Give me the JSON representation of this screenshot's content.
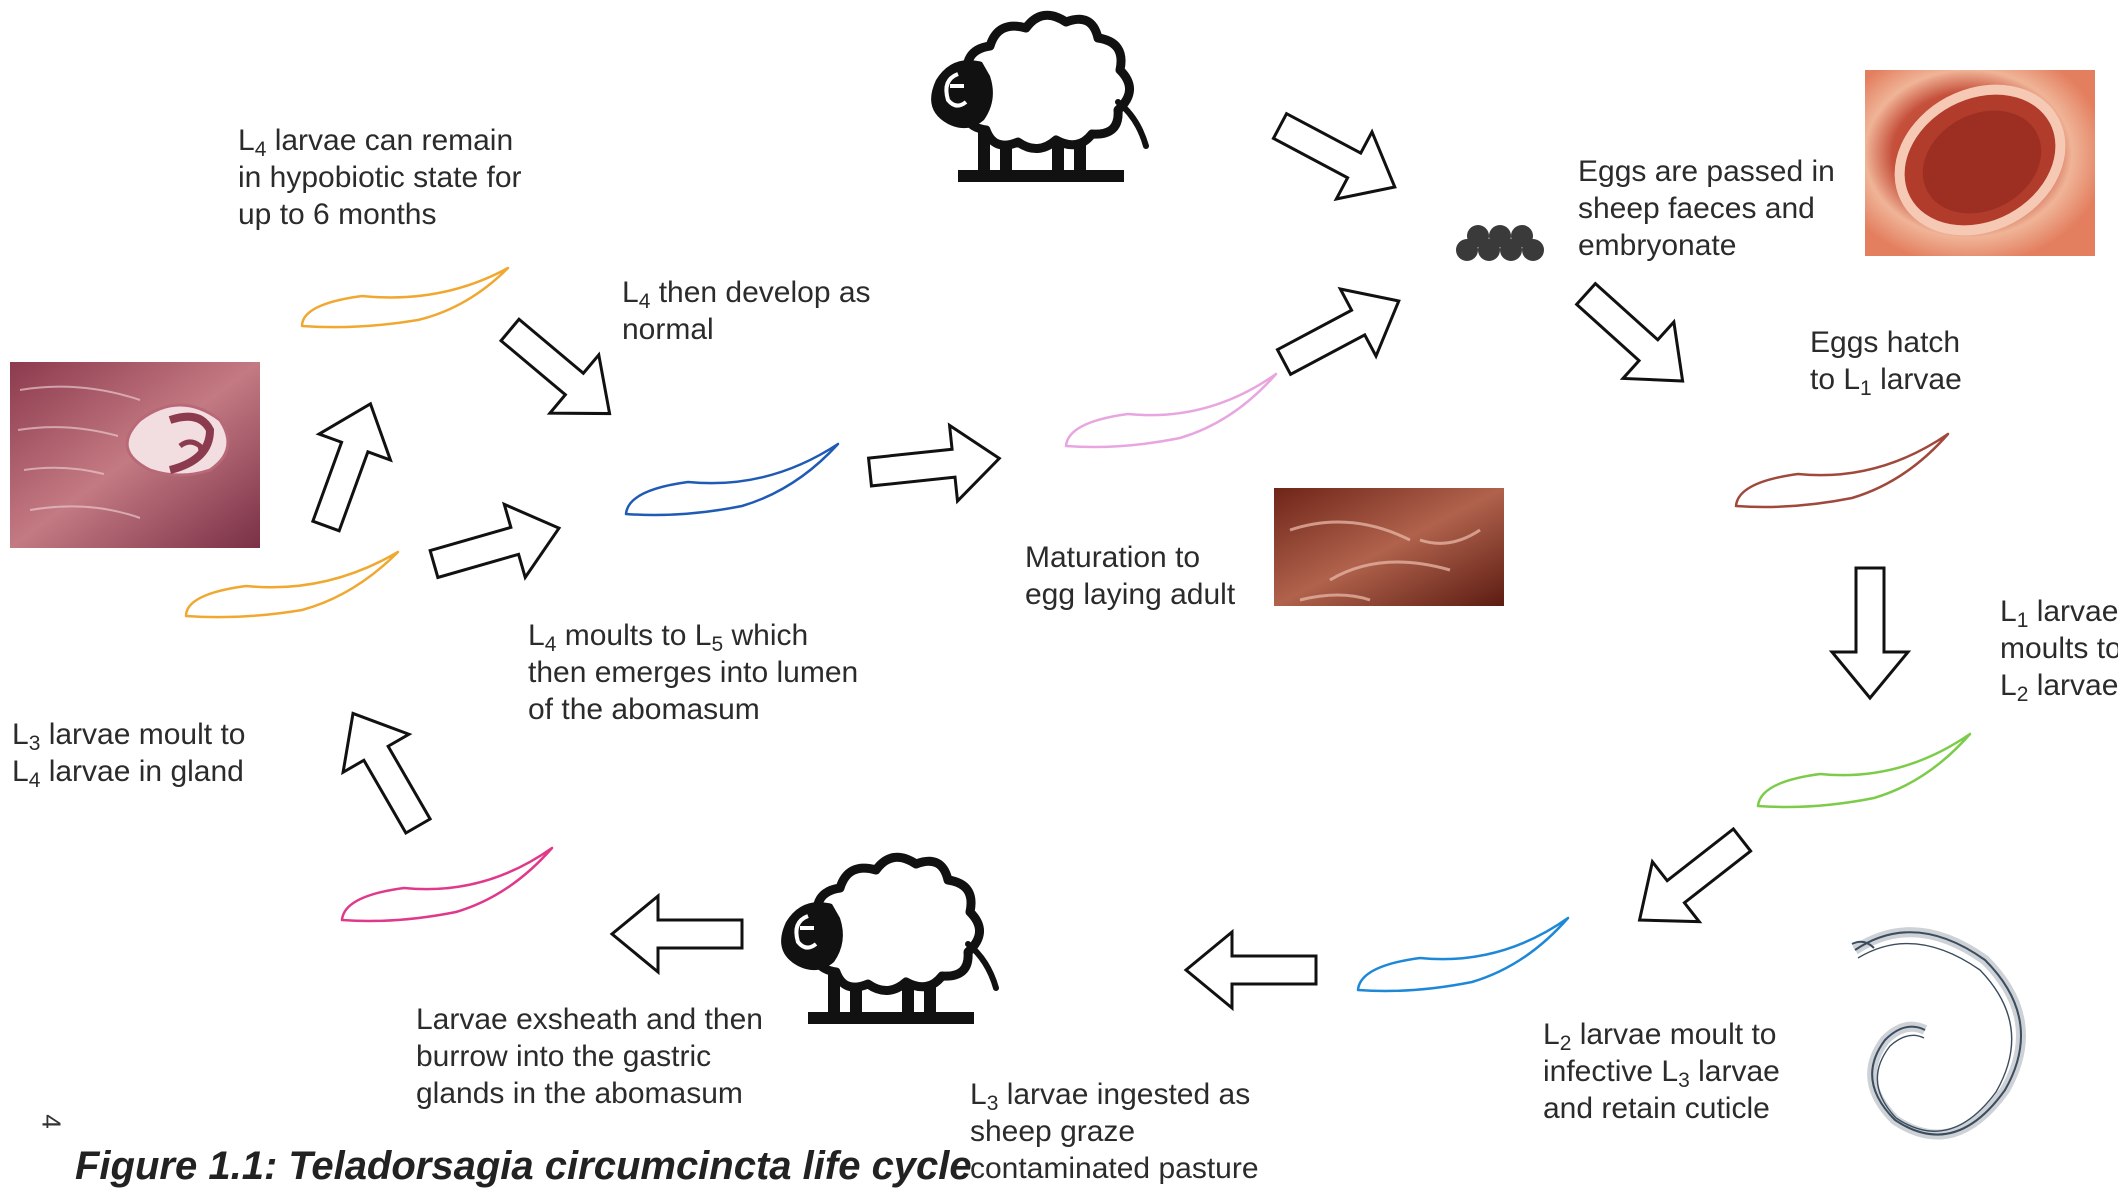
{
  "labels": {
    "hypobiotic": {
      "l1": "L",
      "l1sub": "4",
      "l1rest": " larvae can remain",
      "l2": "in hypobiotic state for",
      "l3": "up to 6 months"
    },
    "develop": {
      "l1": "L",
      "l1sub": "4",
      "l1rest": " then develop as",
      "l2": "normal"
    },
    "eggs_passed": {
      "l1": "Eggs are passed in",
      "l2": "sheep faeces and",
      "l3": "embryonate"
    },
    "eggs_hatch": {
      "l1": "Eggs hatch",
      "l2": "to L",
      "l2sub": "1",
      "l2rest": " larvae"
    },
    "l1_moults": {
      "l1": "L",
      "l1sub": "1",
      "l1rest": " larvae",
      "l2": "moults to",
      "l3": "L",
      "l3sub": "2",
      "l3rest": " larvae"
    },
    "maturation": {
      "l1": "Maturation to",
      "l2": "egg laying adult"
    },
    "l4_moults": {
      "l1": "L",
      "l1sub": "4",
      "l1mid": " moults to L",
      "l1sub2": "5",
      "l1rest": " which",
      "l2": "then emerges into lumen",
      "l3": "of the abomasum"
    },
    "l3_moult": {
      "l1": "L",
      "l1sub": "3",
      "l1rest": " larvae moult to",
      "l2": "L",
      "l2sub": "4",
      "l2rest": " larvae in gland"
    },
    "exsheath": {
      "l1": "Larvae exsheath and then",
      "l2": "burrow into the gastric",
      "l3": "glands in the abomasum"
    },
    "ingested": {
      "l1": "L",
      "l1sub": "3",
      "l1rest": " larvae ingested as",
      "l2": "sheep graze",
      "l3": "contaminated pasture"
    },
    "l2_moult": {
      "l1": "L",
      "l1sub": "2",
      "l1rest": " larvae moult to",
      "l2": "infective L",
      "l2sub": "3",
      "l2rest": " larvae",
      "l3": "and retain cuticle"
    }
  },
  "page_number": "4",
  "caption": "Figure 1.1: Teladorsagia circumcincta life cycle",
  "colors": {
    "larva_l4_orange": "#f0a830",
    "larva_l5_blue": "#1f5bb5",
    "larva_adult_pink": "#e8a6e0",
    "larva_l1_brown": "#a0483c",
    "larva_l2_green": "#7ccc4a",
    "larva_l3_blue": "#1e88d8",
    "larva_l3_magenta": "#e0388a",
    "sheep": "#111111",
    "arrow_stroke": "#111111"
  },
  "icons": [
    "sheep-icon",
    "eggs-cluster-icon",
    "coiled-larva-icon",
    "micrograph-abomasum",
    "micrograph-egg",
    "micrograph-adults"
  ]
}
